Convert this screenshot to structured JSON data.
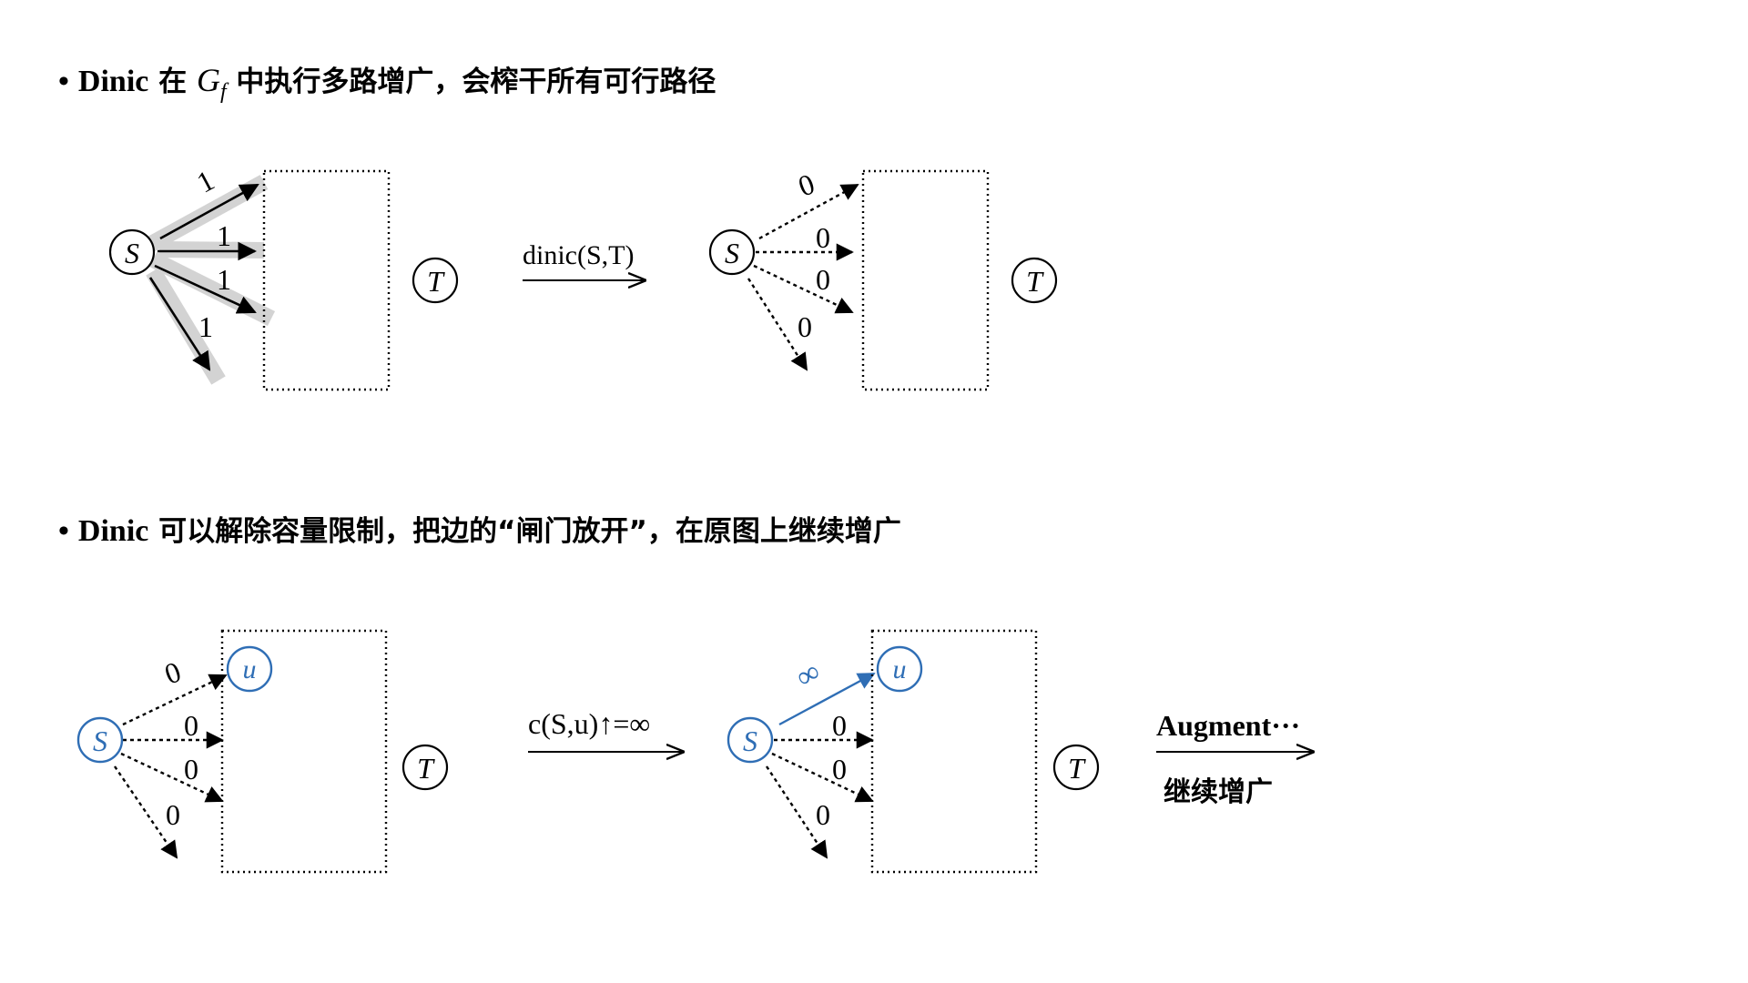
{
  "bullets": {
    "b1": {
      "dot": "•",
      "brand": "Dinic",
      "pre": " 在 ",
      "g": "G",
      "g_sub": "f",
      "post": " 中执行多路增广，会榨干所有可行路径"
    },
    "b2": {
      "dot": "•",
      "brand": "Dinic",
      "text": " 可以解除容量限制，把边的“闸门放开”，在原图上继续增广"
    }
  },
  "diagram": {
    "source_label": "S",
    "sink_label": "T",
    "u_label": "u",
    "row1": {
      "left_caps": [
        "1",
        "1",
        "1",
        "1"
      ],
      "right_caps": [
        "0",
        "0",
        "0",
        "0"
      ],
      "arrow_label": "dinic(S,T)"
    },
    "row2": {
      "left_caps": [
        "0",
        "0",
        "0",
        "0"
      ],
      "right_caps": [
        "∞",
        "0",
        "0",
        "0"
      ],
      "arrow_label": "c(S,u)↑=∞",
      "next_label": "Augment···",
      "next_sub": "继续增广"
    },
    "colors": {
      "ink": "#000000",
      "blue": "#2f6eb5",
      "highlight": "#d3d3d3"
    }
  }
}
